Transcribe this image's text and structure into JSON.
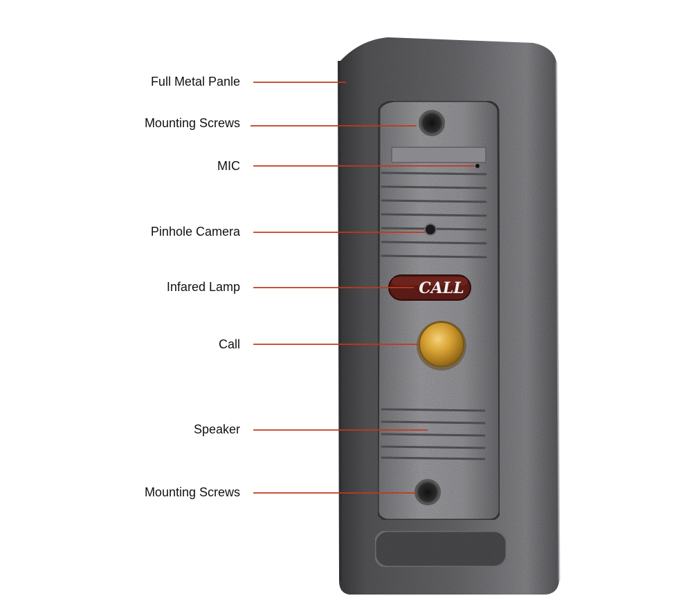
{
  "callouts": [
    {
      "id": "full-metal-panel",
      "text": "Full Metal Panle"
    },
    {
      "id": "mounting-screws-top",
      "text": "Mounting Screws"
    },
    {
      "id": "mic",
      "text": "MIC"
    },
    {
      "id": "pinhole-camera",
      "text": "Pinhole Camera"
    },
    {
      "id": "infrared-lamp",
      "text": "Infared Lamp"
    },
    {
      "id": "call",
      "text": "Call"
    },
    {
      "id": "speaker",
      "text": "Speaker"
    },
    {
      "id": "mounting-screws-bottom",
      "text": "Mounting Screws"
    }
  ],
  "device": {
    "call_badge": "CALL"
  },
  "colors": {
    "leader_line": "#c0391b",
    "panel_dark": "#4a4a4c",
    "panel_light": "#8e8e92",
    "faceplate": "#9a9a9e",
    "call_badge": "#5a1a16",
    "button": "#c9961e"
  }
}
